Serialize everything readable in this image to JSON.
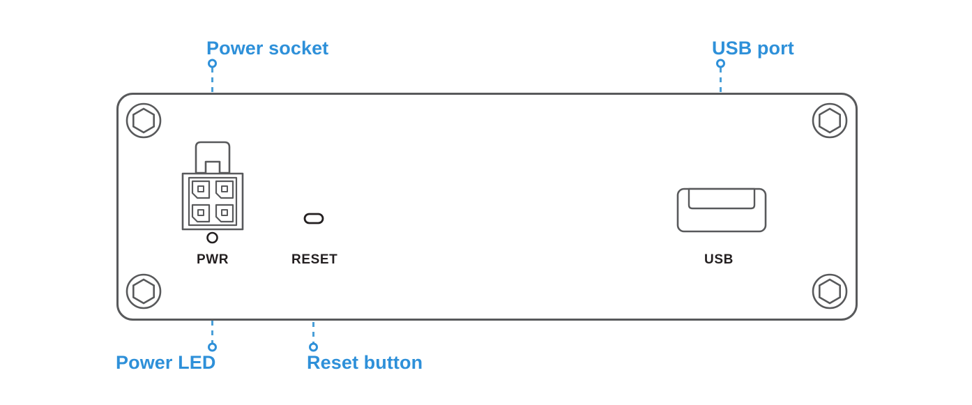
{
  "figure": {
    "kind": "device-rear-panel-diagram",
    "background_color": "#ffffff"
  },
  "colors": {
    "callout_blue": "#2e90d9",
    "leader_line_blue": "#4a9fd8",
    "outline_gray": "#58595b",
    "silk_text": "#231f20",
    "panel_fill": "#ffffff"
  },
  "callouts": [
    {
      "id": "power-socket",
      "label": "Power socket",
      "position": "top-left",
      "marker": "hollow-circle",
      "leader": "dashed-vertical",
      "points_to": "power-socket-connector"
    },
    {
      "id": "usb-port",
      "label": "USB port",
      "position": "top-right",
      "marker": "hollow-circle",
      "leader": "dashed-vertical",
      "points_to": "usb-connector"
    },
    {
      "id": "power-led",
      "label": "Power LED",
      "position": "bottom-left",
      "marker": "hollow-circle",
      "leader": "dashed-vertical",
      "points_to": "pwr-led"
    },
    {
      "id": "reset-button",
      "label": "Reset button",
      "position": "bottom-center",
      "marker": "hollow-circle",
      "leader": "dashed-vertical",
      "points_to": "reset-switch"
    }
  ],
  "silkscreen": [
    {
      "id": "pwr",
      "text": "PWR"
    },
    {
      "id": "reset",
      "text": "RESET"
    },
    {
      "id": "usb",
      "text": "USB"
    }
  ],
  "panel": {
    "screws": 4,
    "screw_type": "hex-socket",
    "corner_style": "rounded"
  },
  "ports": [
    {
      "id": "power-socket-connector",
      "type": "4-pin-molex",
      "pins": 4,
      "has_latch": true
    },
    {
      "id": "pwr-led",
      "type": "led-indicator",
      "shape": "circle"
    },
    {
      "id": "reset-switch",
      "type": "recessed-button",
      "shape": "pill"
    },
    {
      "id": "usb-connector",
      "type": "usb-type-a",
      "shape": "rounded-rect-with-tongue"
    }
  ]
}
